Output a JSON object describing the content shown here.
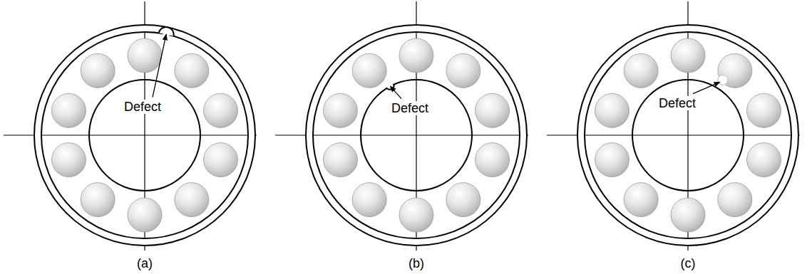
{
  "diagram": {
    "labels": [
      "Defect",
      "(a)",
      "Defect",
      "(b)",
      "Defect",
      "(c)"
    ]
  }
}
